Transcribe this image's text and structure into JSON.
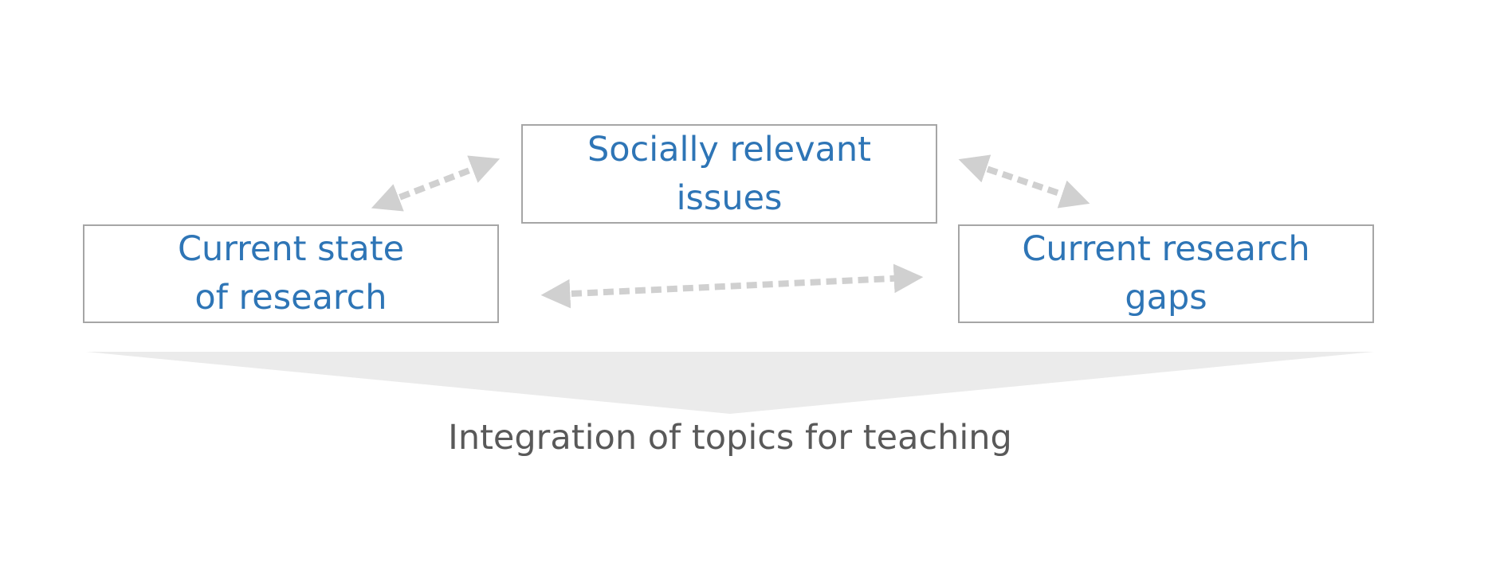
{
  "diagram": {
    "nodes": {
      "social": {
        "label": "Socially relevant\nissues"
      },
      "state": {
        "label": "Current state\nof research"
      },
      "gaps": {
        "label": "Current research\ngaps"
      }
    },
    "connections": [
      {
        "from": "state",
        "to": "social",
        "style": "dashed",
        "direction": "both"
      },
      {
        "from": "social",
        "to": "gaps",
        "style": "dashed",
        "direction": "both"
      },
      {
        "from": "state",
        "to": "gaps",
        "style": "dashed",
        "direction": "both"
      }
    ],
    "caption": "Integration of topics for teaching",
    "colors": {
      "node_text": "#2e75b6",
      "node_border": "#a6a6a6",
      "arrow": "#d0d0d0",
      "funnel": "#ebebeb",
      "caption_text": "#595959"
    }
  }
}
